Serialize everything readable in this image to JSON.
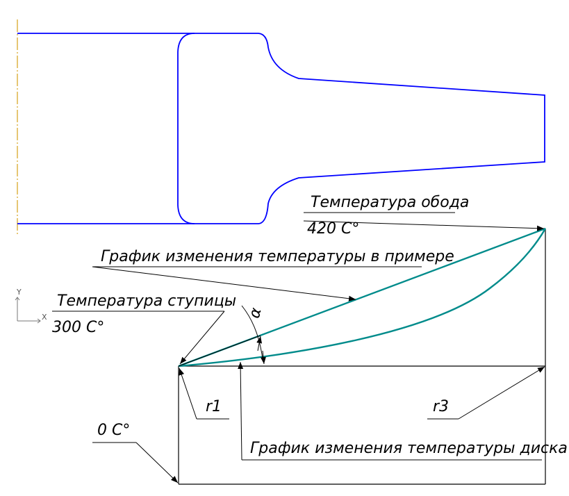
{
  "labels": {
    "rim_temp": "Температура обода",
    "rim_temp_value": "420 C°",
    "example_graph": "График изменения температуры в примере",
    "hub_temp": "Температура ступицы",
    "hub_temp_value": "300 C°",
    "zero_temp": "0 C°",
    "r1": "r1",
    "r3": "r3",
    "disk_graph": "График изменения температуры диска",
    "alpha": "α",
    "axis_y": "Y",
    "axis_x": "X"
  },
  "colors": {
    "outline": "#0000ff",
    "curve": "#008b8b",
    "axis_line": "#d4a017",
    "lines": "#000000"
  }
}
